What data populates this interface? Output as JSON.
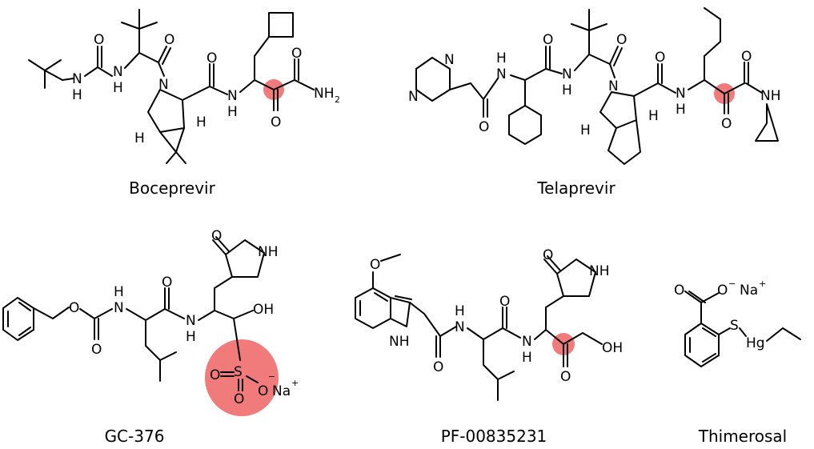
{
  "compounds": [
    {
      "name": "Boceprevir"
    },
    {
      "name": "Telaprevir"
    },
    {
      "name": "GC-376"
    },
    {
      "name": "PF-00835231"
    },
    {
      "name": "Thimerosal"
    }
  ],
  "atoms": {
    "N": "N",
    "H": "H",
    "O": "O",
    "NH": "NH",
    "NH2": "NH",
    "two": "2",
    "OH": "OH",
    "S": "S",
    "Na": "Na",
    "plus": "+",
    "minus": "−",
    "Hg": "Hg",
    "NHbelow": "H"
  },
  "colors": {
    "highlight": "#ef6b6b",
    "bond": "#000000",
    "background": "#ffffff"
  }
}
